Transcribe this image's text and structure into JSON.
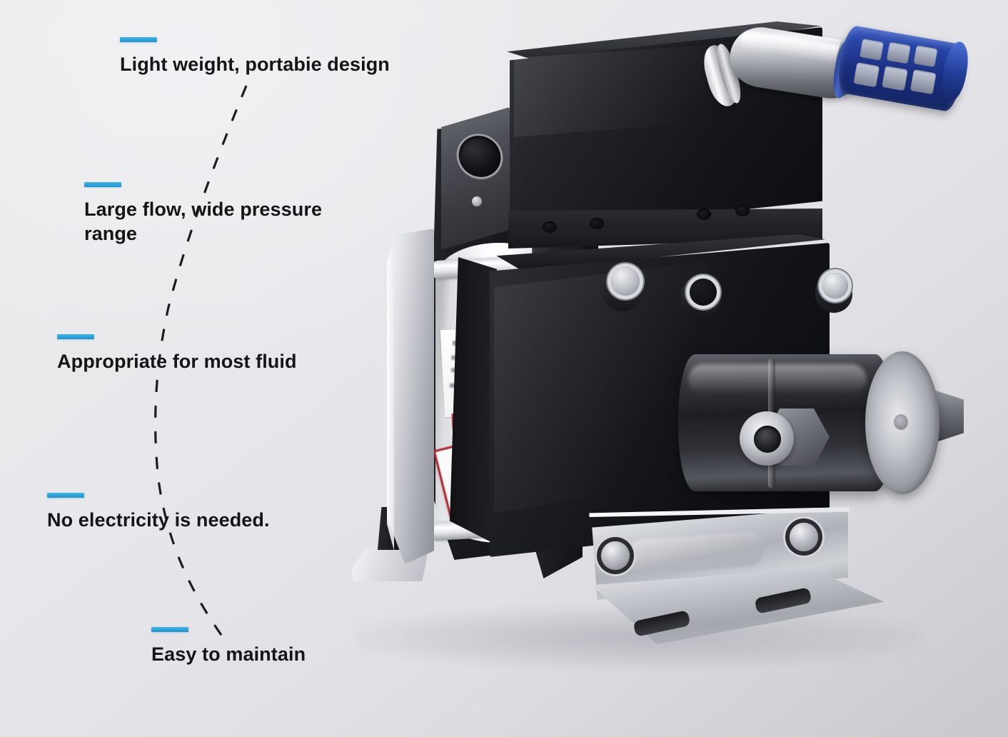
{
  "page": {
    "title": "Pneumatic Liquid Booster Pump Feature Highlights",
    "background_top": "#ececed",
    "background_bottom": "#c8c8ce"
  },
  "accent": {
    "color": "#29a8dc",
    "color_light": "#41b6e6",
    "color_dark": "#1d93cf"
  },
  "text": {
    "color": "#151518"
  },
  "features": [
    {
      "id": "light-weight",
      "label": "Light weight, portabie design"
    },
    {
      "id": "large-flow",
      "label": "Large flow, wide pressure\nrange"
    },
    {
      "id": "appropriate-fluid",
      "label": "Appropriate for most fluid"
    },
    {
      "id": "no-electricity",
      "label": "No electricity is needed."
    },
    {
      "id": "easy-maintain",
      "label": "Easy to maintain"
    }
  ],
  "product": {
    "name": "air-driven-liquid-pump",
    "parts": {
      "air_drive_housing": "black-air-drive-housing",
      "elbow_pipe": "chrome-elbow-pipe",
      "muffler": "blue-silencer-muffler",
      "muffler_color": "#23409c",
      "air_cylinder": "white-aluminium-air-cylinder",
      "hydraulic_cylinder": "stainless-hydraulic-cylinder",
      "mount_bracket": "stainless-l-mount-bracket",
      "product_label": "blurred-product-spec-label",
      "warning_label": "red-bordered-warning-sticker",
      "label_accent_color": "#b3212a"
    }
  },
  "connector": {
    "style": "dashed",
    "color": "#1d1d1f"
  }
}
